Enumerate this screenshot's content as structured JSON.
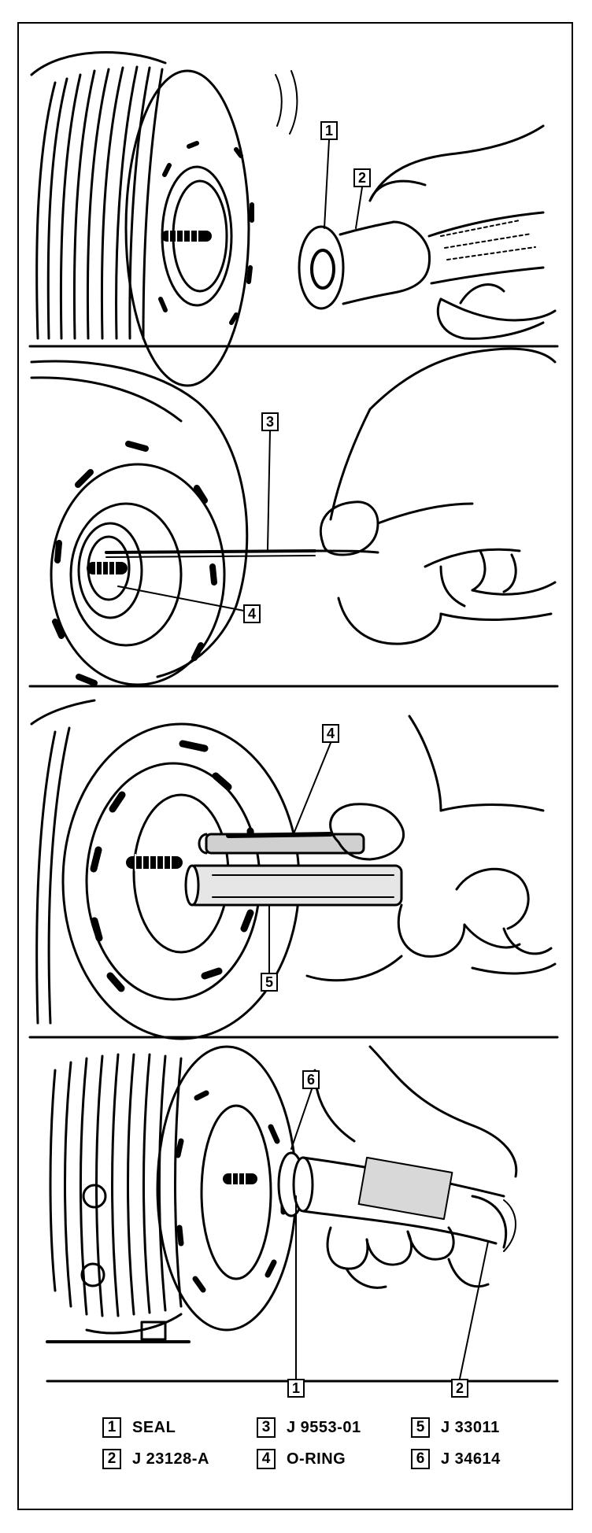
{
  "legend": [
    {
      "num": "1",
      "label": "SEAL"
    },
    {
      "num": "2",
      "label": "J 23128-A"
    },
    {
      "num": "3",
      "label": "J 9553-01"
    },
    {
      "num": "4",
      "label": "O-RING"
    },
    {
      "num": "5",
      "label": "J 33011"
    },
    {
      "num": "6",
      "label": "J 34614"
    }
  ],
  "colors": {
    "ink": "#000000",
    "paper": "#ffffff",
    "shade": "#d0d0d0"
  }
}
